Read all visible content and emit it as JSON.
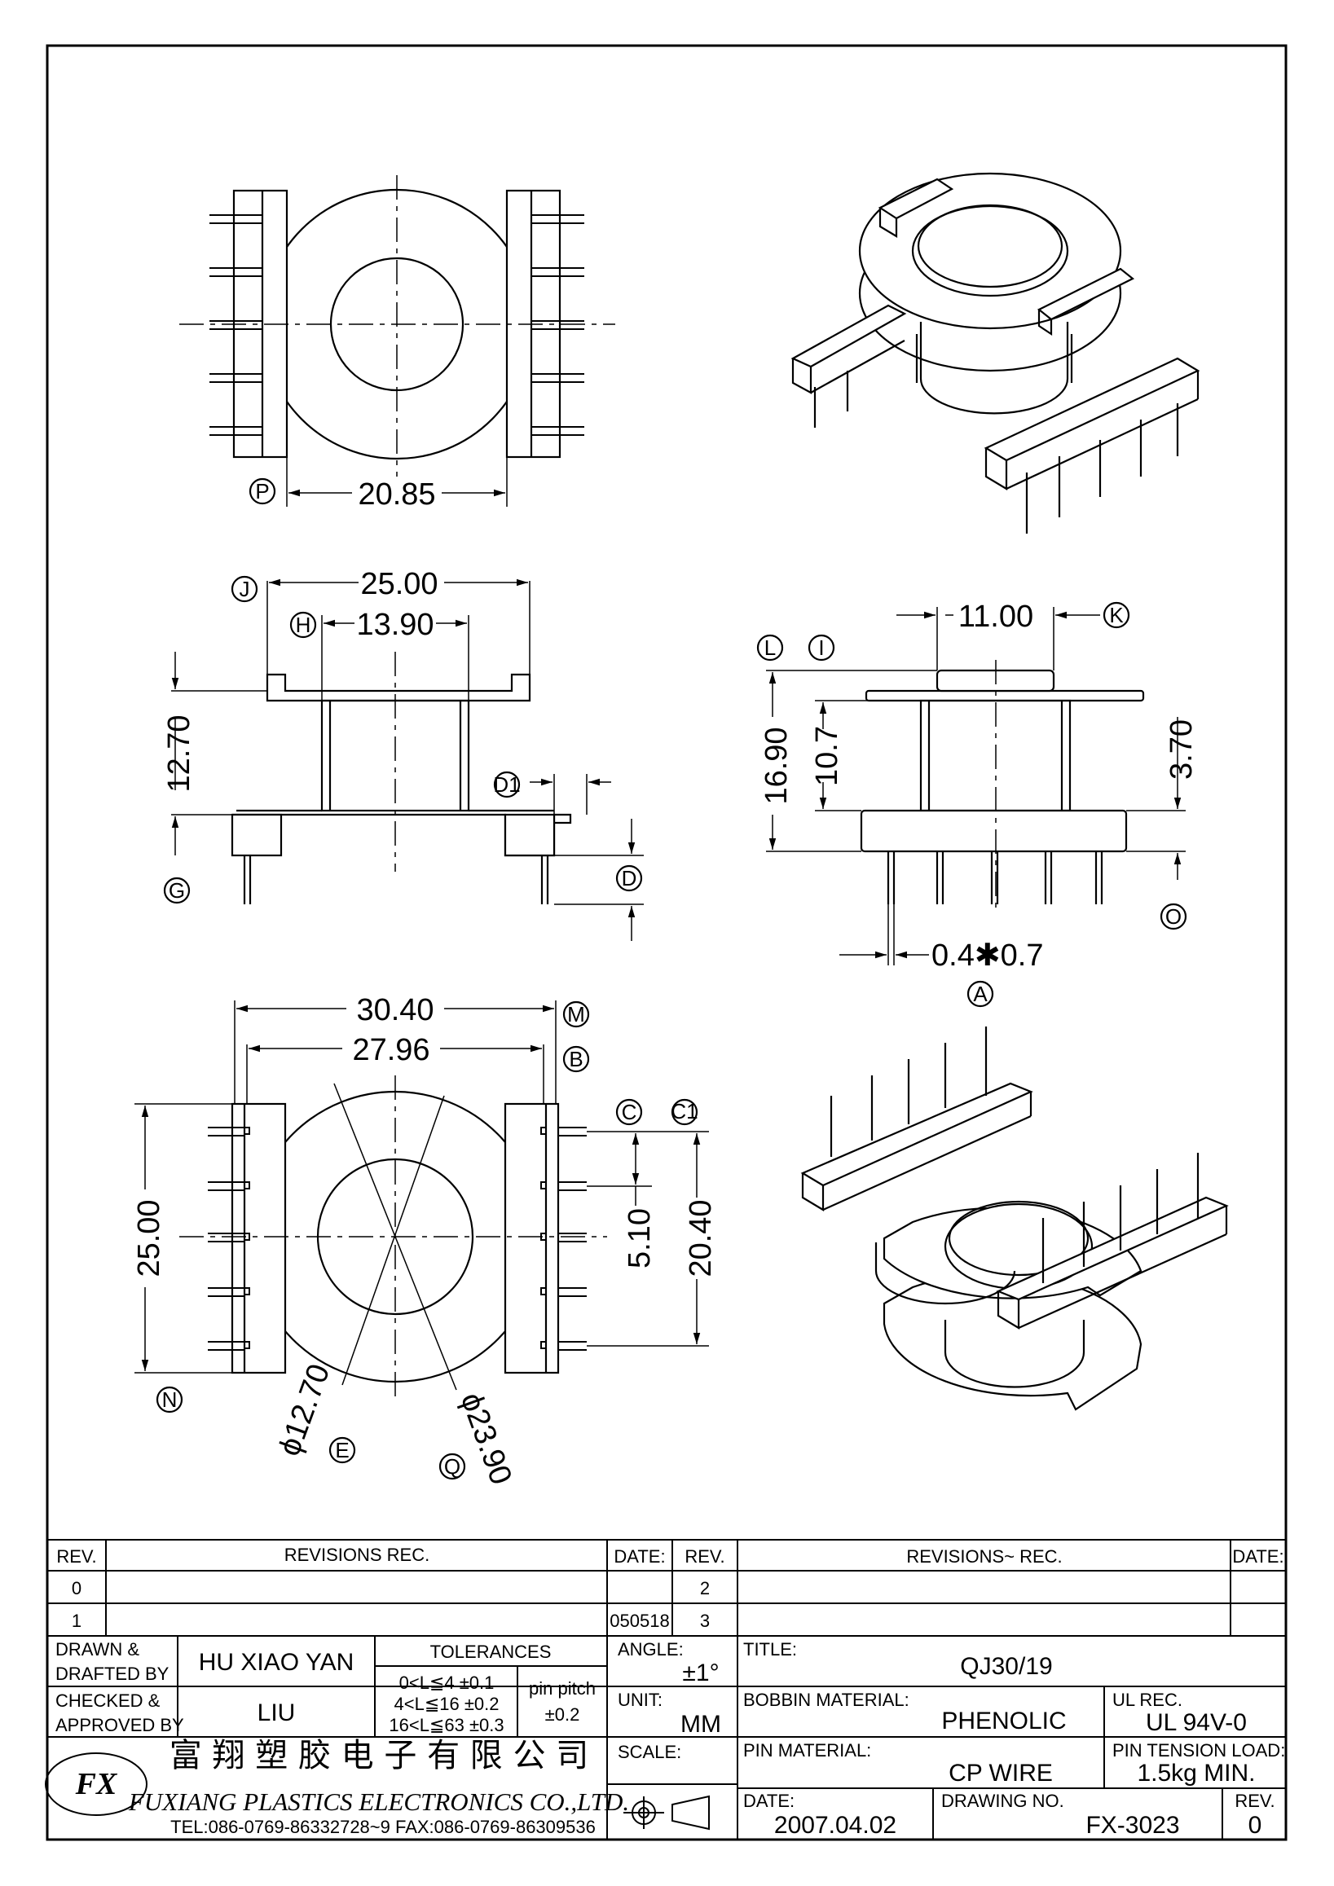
{
  "views": {
    "top": {
      "width_label": "20.85",
      "ref": "P"
    },
    "front": {
      "flange_width": "25.00",
      "core_width": "13.90",
      "height": "12.70",
      "d1": "D1",
      "d": "D",
      "refs": {
        "j": "J",
        "h": "H",
        "g": "G"
      }
    },
    "side": {
      "top_width": "11.00",
      "total_height": "16.90",
      "winding_height": "10.7",
      "base_height": "3.70",
      "pin_size": "0.4✱0.7",
      "refs": {
        "l": "L",
        "i": "I",
        "k": "K",
        "o": "O",
        "a": "A"
      }
    },
    "bottom": {
      "overall_width": "30.40",
      "pin_span": "27.96",
      "height": "25.00",
      "pin_pitch": "5.10",
      "row_span": "20.40",
      "inner_dia": "ϕ12.70",
      "outer_dia": "ϕ23.90",
      "refs": {
        "m": "M",
        "b": "B",
        "c": "C",
        "c1": "C1",
        "n": "N",
        "e": "E",
        "q": "Q"
      }
    }
  },
  "title_block": {
    "headers": {
      "rev": "REV.",
      "revisions": "REVISIONS   REC.",
      "date": "DATE:",
      "rev2": "REV.",
      "revisions2": "REVISIONS~ REC.",
      "date2": "DATE:"
    },
    "rows": [
      {
        "rev": "0",
        "date": "",
        "rev2": "2"
      },
      {
        "rev": "1",
        "date": "050518",
        "rev2": "3"
      }
    ],
    "drawn_label": "DRAWN &\nDRAFTED BY",
    "drawn_l1": "DRAWN &",
    "drawn_l2": "DRAFTED BY",
    "drawn_by": "HU XIAO YAN",
    "checked_l1": "CHECKED &",
    "checked_l2": "APPROVED BY",
    "checked_by": "LIU",
    "tolerances_label": "TOLERANCES",
    "tol1": "0<L≦4    ±0.1",
    "tol2": "4<L≦16  ±0.2",
    "tol3": "16<L≦63  ±0.3",
    "pin_pitch_label": "pin pitch",
    "pin_pitch_tol": "±0.2",
    "angle_label": "ANGLE:",
    "angle_value": "±1°",
    "unit_label": "UNIT:",
    "unit_value": "MM",
    "scale_label": "SCALE:",
    "title_label": "TITLE:",
    "title_value": "QJ30/19",
    "bobbin_label": "BOBBIN MATERIAL:",
    "bobbin_value": "PHENOLIC",
    "ul_label": "UL REC.",
    "ul_value": "UL 94V-0",
    "pin_material_label": "PIN MATERIAL:",
    "pin_material_value": "CP WIRE",
    "tension_label": "PIN TENSION LOAD:",
    "tension_value": "1.5kg MIN.",
    "date_label": "DATE:",
    "date_value": "2007.04.02",
    "drawing_label": "DRAWING NO.",
    "drawing_value": "FX-3023",
    "rev_label": "REV.",
    "rev_value": "0",
    "company_cn": "富 翔 塑 胶 电 子 有 限 公 司",
    "company_en": "FUXIANG PLASTICS ELECTRONICS CO.,LTD.",
    "contact": "TEL:086-0769-86332728~9  FAX:086-0769-86309536",
    "logo": "FX"
  }
}
